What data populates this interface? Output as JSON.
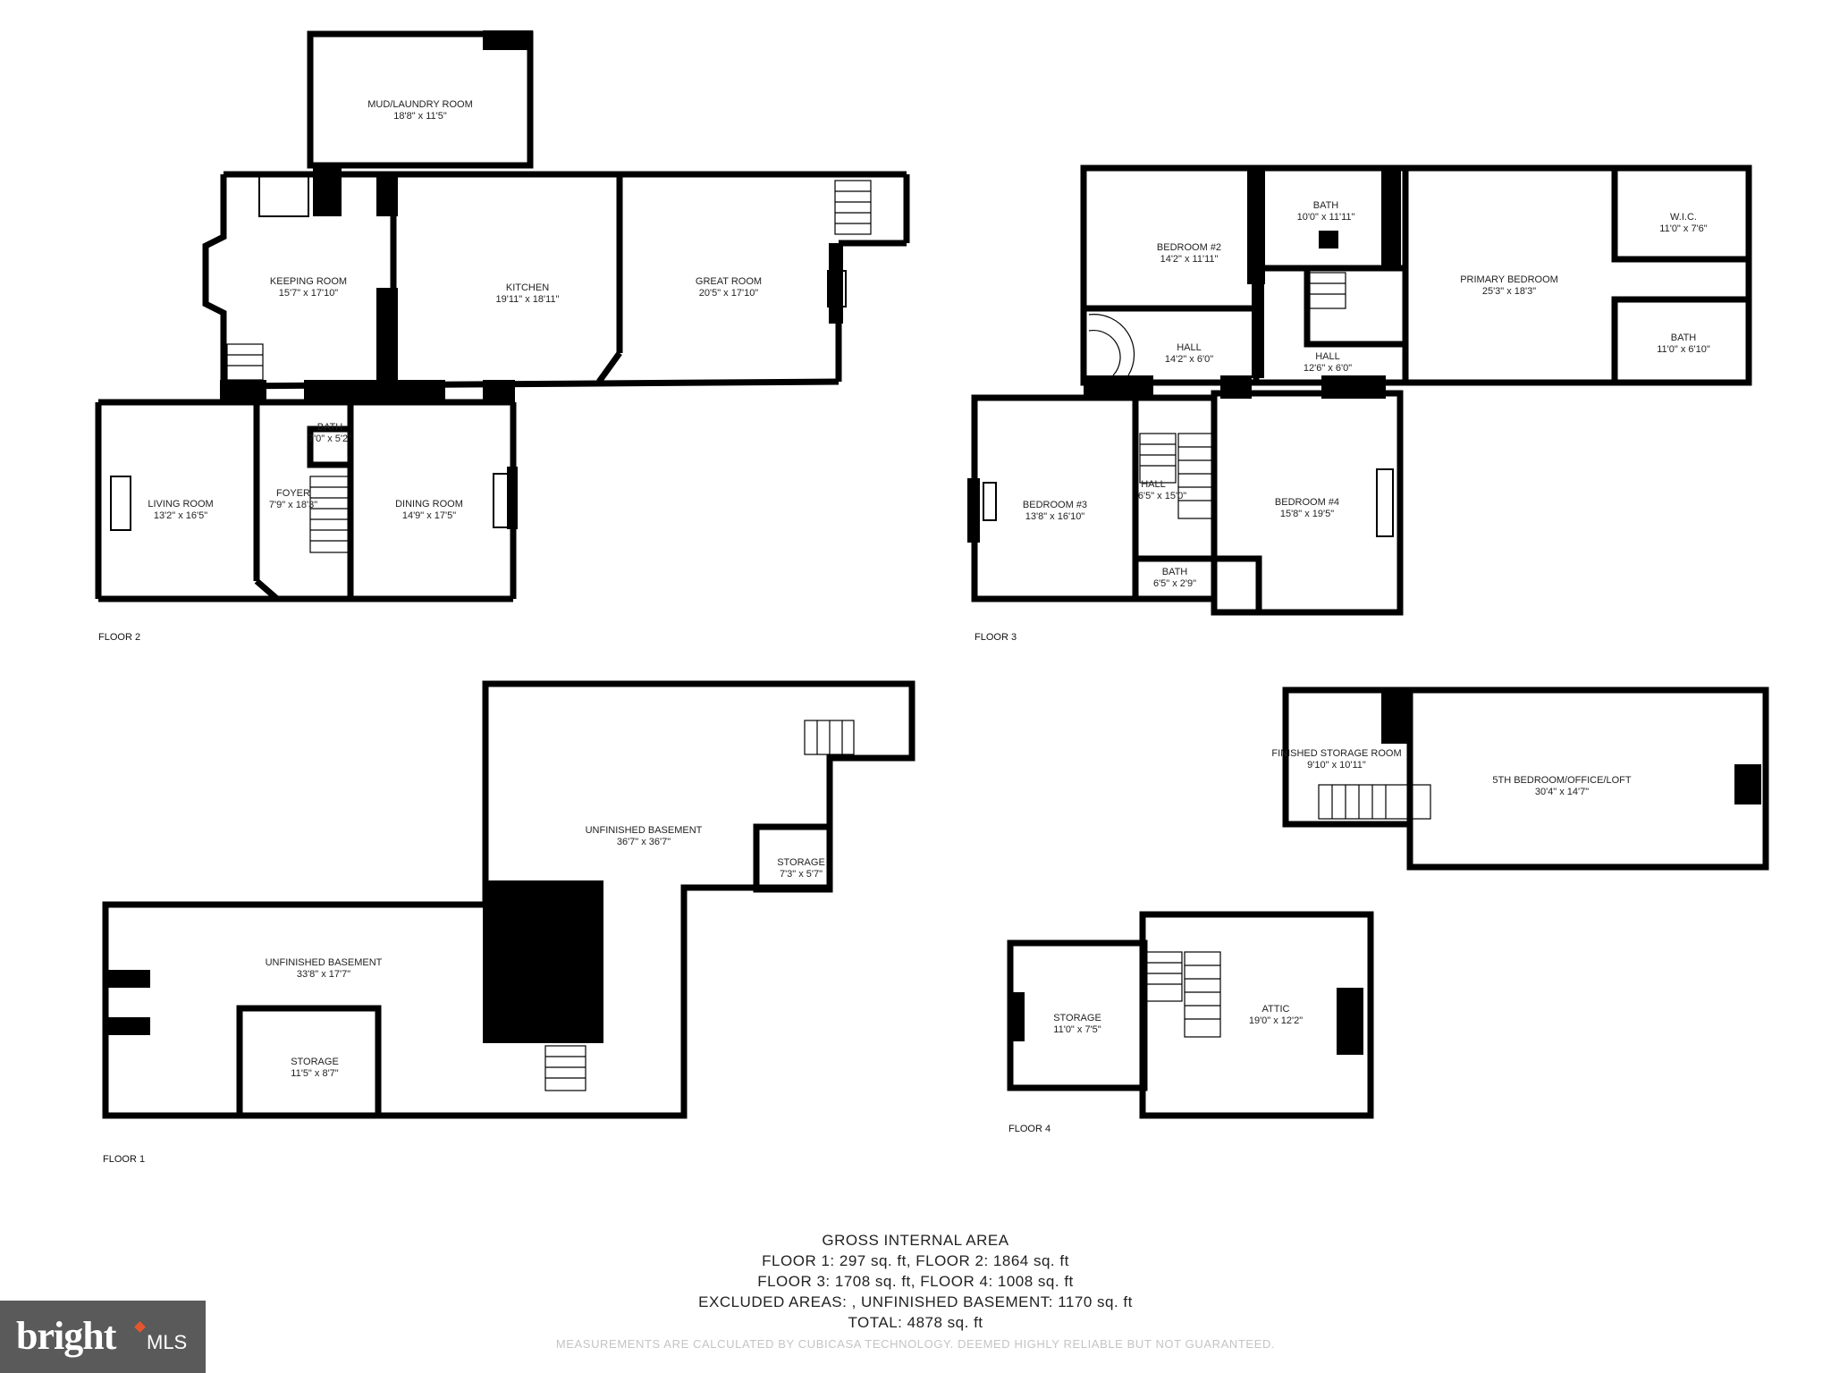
{
  "colors": {
    "wall": "#000000",
    "text": "#222222",
    "disclaimer": "#c4c4c4",
    "logo_bg": "#5a5a5a",
    "logo_accent": "#e4572e"
  },
  "floors": {
    "floor2": {
      "label": "FLOOR 2",
      "rooms": [
        {
          "name": "MUD/LAUNDRY ROOM",
          "size": "18'8\" x 11'5\""
        },
        {
          "name": "KEEPING ROOM",
          "size": "15'7\" x 17'10\""
        },
        {
          "name": "KITCHEN",
          "size": "19'11\" x 18'11\""
        },
        {
          "name": "GREAT ROOM",
          "size": "20'5\" x 17'10\""
        },
        {
          "name": "LIVING ROOM",
          "size": "13'2\" x 16'5\""
        },
        {
          "name": "FOYER",
          "size": "7'9\" x 18'3\""
        },
        {
          "name": "BATH",
          "size": "7'0\" x 5'2\""
        },
        {
          "name": "DINING ROOM",
          "size": "14'9\" x 17'5\""
        }
      ]
    },
    "floor3": {
      "label": "FLOOR 3",
      "rooms": [
        {
          "name": "BEDROOM #2",
          "size": "14'2\" x 11'11\""
        },
        {
          "name": "BATH",
          "size": "10'0\" x 11'11\""
        },
        {
          "name": "PRIMARY BEDROOM",
          "size": "25'3\" x 18'3\""
        },
        {
          "name": "W.I.C.",
          "size": "11'0\" x 7'6\""
        },
        {
          "name": "HALL",
          "size": "14'2\" x 6'0\""
        },
        {
          "name": "HALL",
          "size": "12'6\" x 6'0\""
        },
        {
          "name": "BATH",
          "size": "11'0\" x 6'10\""
        },
        {
          "name": "BEDROOM #3",
          "size": "13'8\" x 16'10\""
        },
        {
          "name": "HALL",
          "size": "6'5\" x 15'0\""
        },
        {
          "name": "BEDROOM #4",
          "size": "15'8\" x 19'5\""
        },
        {
          "name": "BATH",
          "size": "6'5\" x 2'9\""
        }
      ]
    },
    "floor1": {
      "label": "FLOOR 1",
      "rooms": [
        {
          "name": "UNFINISHED BASEMENT",
          "size": "36'7\" x 36'7\""
        },
        {
          "name": "STORAGE",
          "size": "7'3\" x 5'7\""
        },
        {
          "name": "UNFINISHED BASEMENT",
          "size": "33'8\" x 17'7\""
        },
        {
          "name": "STORAGE",
          "size": "11'5\" x 8'7\""
        }
      ]
    },
    "floor4": {
      "label": "FLOOR 4",
      "rooms": [
        {
          "name": "FINISHED STORAGE ROOM",
          "size": "9'10\" x 10'11\""
        },
        {
          "name": "5TH BEDROOM/OFFICE/LOFT",
          "size": "30'4\" x 14'7\""
        },
        {
          "name": "STORAGE",
          "size": "11'0\" x 7'5\""
        },
        {
          "name": "ATTIC",
          "size": "19'0\" x 12'2\""
        }
      ]
    }
  },
  "summary": {
    "title": "GROSS INTERNAL AREA",
    "line1": "FLOOR 1: 297 sq. ft, FLOOR 2: 1864 sq. ft",
    "line2": "FLOOR 3: 1708 sq. ft, FLOOR 4: 1008 sq. ft",
    "line3": "EXCLUDED AREAS: , UNFINISHED BASEMENT: 1170 sq. ft",
    "line4": "TOTAL: 4878 sq. ft",
    "disclaimer": "MEASUREMENTS ARE CALCULATED BY CUBICASA TECHNOLOGY. DEEMED HIGHLY RELIABLE BUT NOT GUARANTEED."
  },
  "logo": {
    "brand": "bright",
    "suffix": "MLS"
  }
}
